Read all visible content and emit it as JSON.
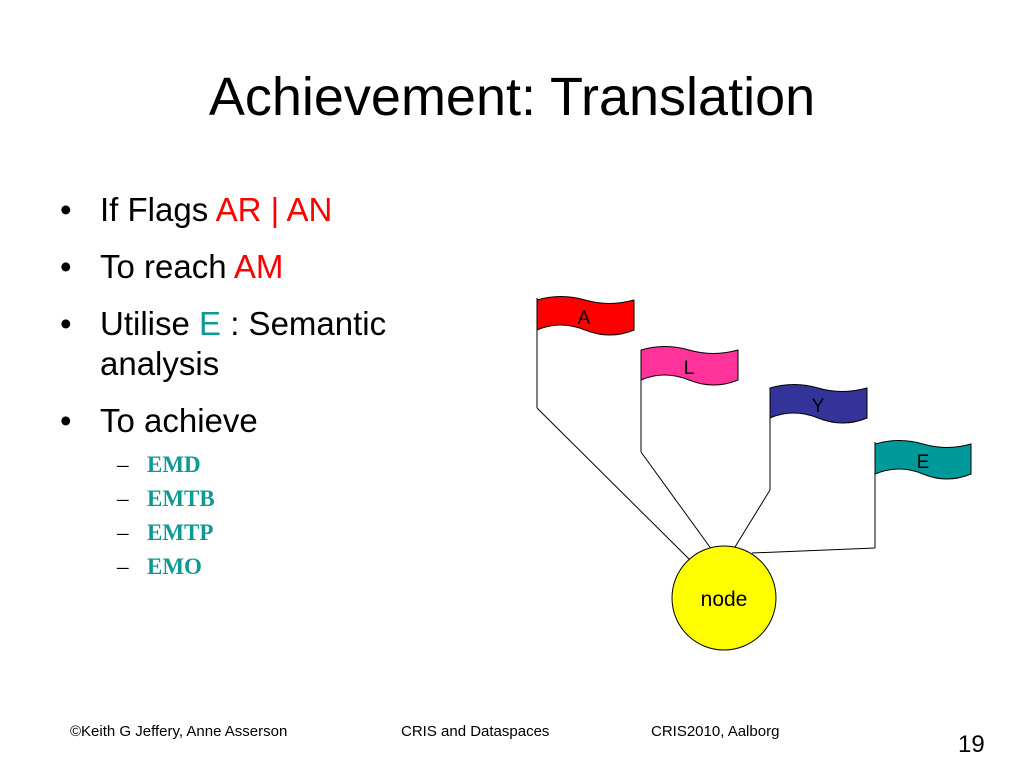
{
  "slide": {
    "title": "Achievement: Translation",
    "bullets": [
      {
        "text": "If Flags ",
        "highlight": "AR | AN"
      },
      {
        "text": "To reach ",
        "highlight": "AM"
      },
      {
        "text": "Utilise ",
        "highlight": "E",
        "rest": " : Semantic analysis"
      },
      {
        "text": "To achieve"
      }
    ],
    "sub_items": [
      "EMD",
      "EMTB",
      "EMTP",
      "EMO"
    ],
    "bullet_glyph": "•",
    "dash_glyph": "–"
  },
  "diagram": {
    "flags": [
      {
        "label": "A",
        "color": "#ff0000"
      },
      {
        "label": "L",
        "color": "#ff3399"
      },
      {
        "label": "Y",
        "color": "#333399"
      },
      {
        "label": "E",
        "color": "#009999"
      }
    ],
    "node": {
      "label": "node",
      "color": "#ffff00"
    }
  },
  "footer": {
    "authors": "©Keith G Jeffery, Anne Asserson",
    "topic": "CRIS and Dataspaces",
    "event": "CRIS2010, Aalborg",
    "page": "19"
  },
  "colors": {
    "highlight_red": "#ff0000",
    "highlight_teal": "#0e9a92"
  }
}
